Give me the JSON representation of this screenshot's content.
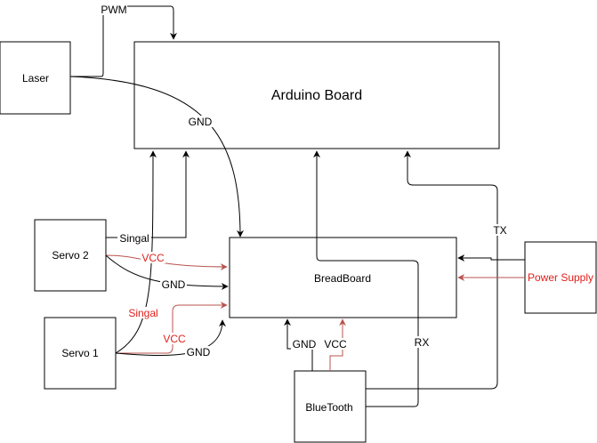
{
  "nodes": {
    "arduino": "Arduino Board",
    "laser": "Laser",
    "servo2": "Servo 2",
    "servo1": "Servo 1",
    "breadboard": "BreadBoard",
    "bluetooth": "BlueTooth",
    "power_supply": "Power Supply"
  },
  "edge_labels": {
    "pwm": "PWM",
    "laser_gnd": "GND",
    "servo2_signal": "Singal",
    "servo2_vcc": "VCC",
    "servo2_gnd": "GND",
    "servo1_signal": "Singal",
    "servo1_vcc": "VCC",
    "servo1_gnd": "GND",
    "bt_gnd": "GND",
    "bt_vcc": "VCC",
    "rx": "RX",
    "tx": "TX"
  },
  "colors": {
    "line": "#000000",
    "power_line": "#b85450",
    "power_text": "#e0201c"
  }
}
